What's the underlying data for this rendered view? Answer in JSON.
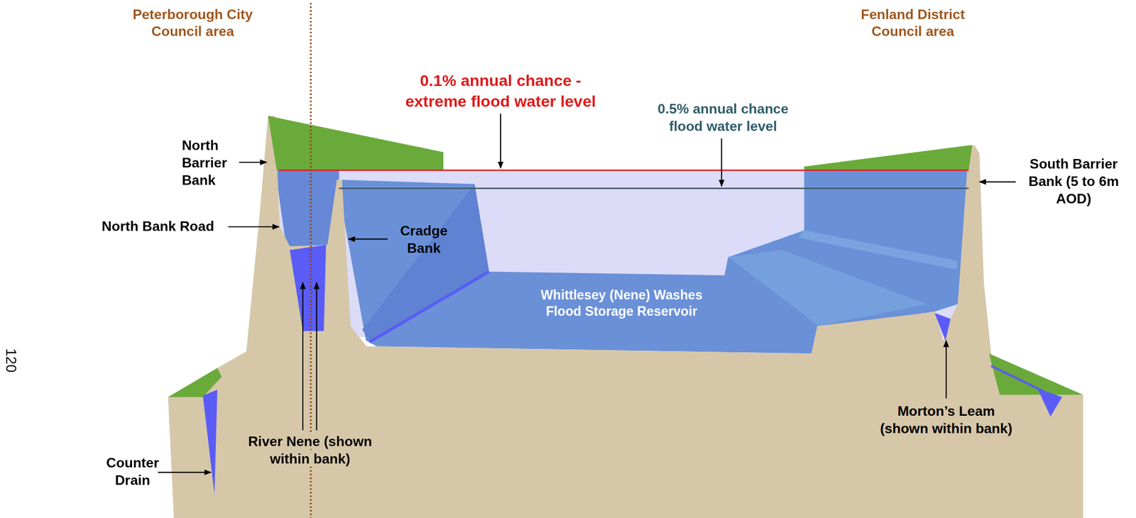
{
  "diagram": {
    "labels": [
      "Peterborough City Council area",
      "Fenland District Council area",
      "0.1% annual chance - extreme flood water level",
      "0.5% annual chance flood water level",
      "North Barrier Bank",
      "North Bank Road",
      "Cradge Bank",
      "South Barrier Bank (5 to 6m AOD)",
      "Whittlesey (Nene) Washes Flood Storage Reservoir",
      "River Nene (shown within bank)",
      "Morton’s Leam (shown within bank)",
      "Counter Drain",
      "120"
    ]
  }
}
